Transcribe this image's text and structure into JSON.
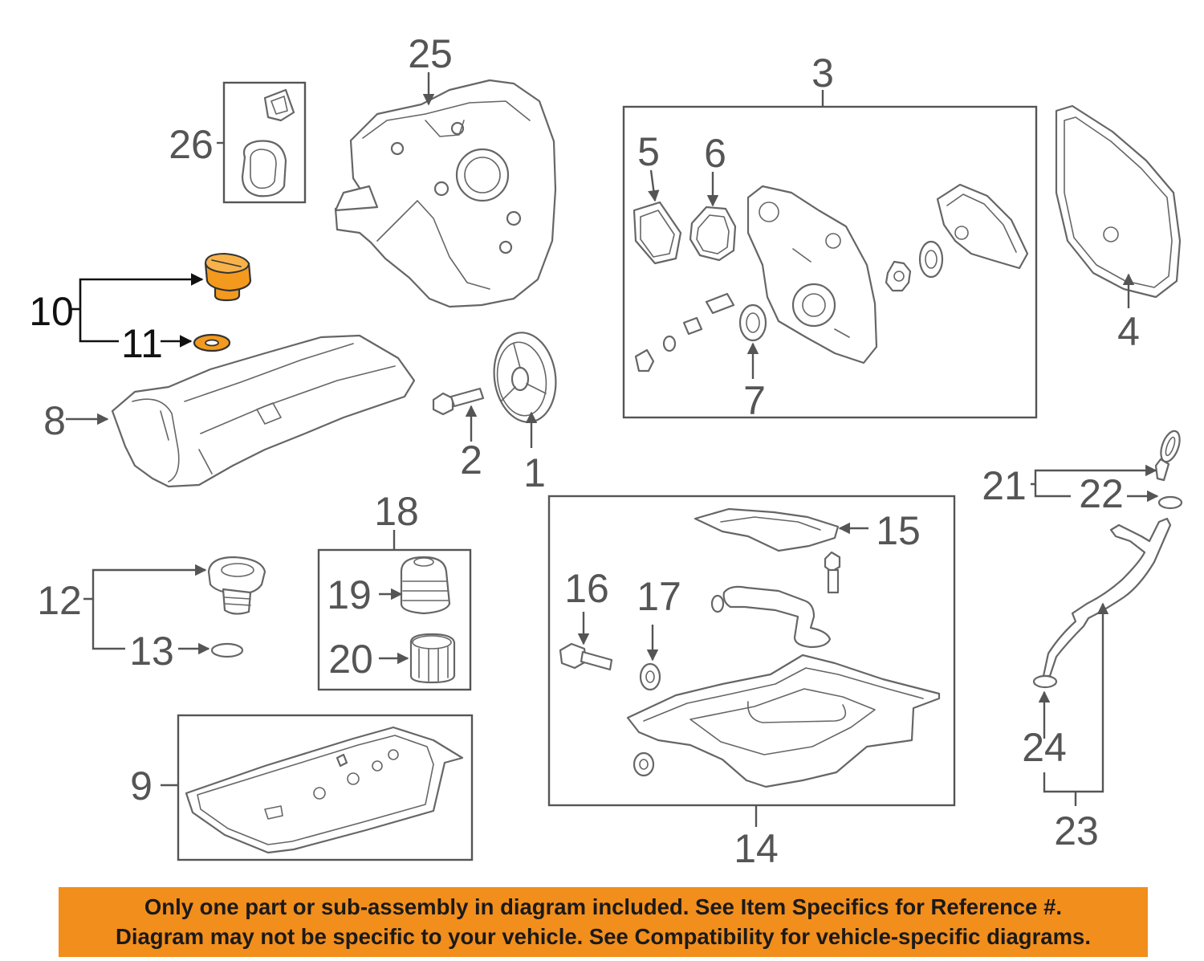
{
  "diagram": {
    "callouts": [
      "1",
      "2",
      "3",
      "4",
      "5",
      "6",
      "7",
      "8",
      "9",
      "10",
      "11",
      "12",
      "13",
      "14",
      "15",
      "16",
      "17",
      "18",
      "19",
      "20",
      "21",
      "22",
      "23",
      "24",
      "25",
      "26"
    ],
    "highlight_color": "#f39a1e"
  },
  "banner": {
    "line1": "Only one part or sub-assembly in diagram included. See Item Specifics for Reference #.",
    "line2": "Diagram may not be specific to your vehicle. See Compatibility for vehicle-specific diagrams.",
    "background": "#f28e1c"
  }
}
